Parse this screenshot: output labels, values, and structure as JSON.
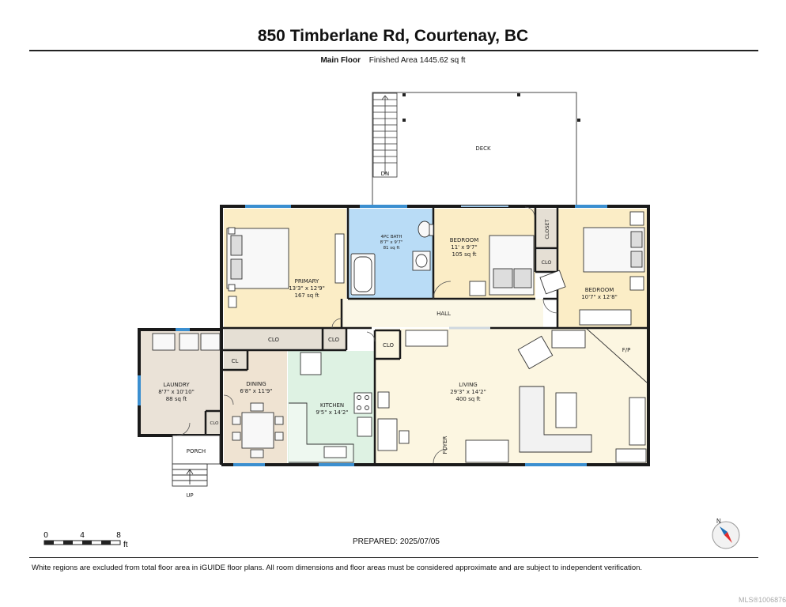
{
  "header": {
    "address": "850 Timberlane Rd, Courtenay, BC",
    "floor_name": "Main Floor",
    "finished_area": "Finished Area 1445.62 sq ft"
  },
  "rooms": {
    "deck": "DECK",
    "dn": "DN",
    "bath": {
      "name": "4PC BATH",
      "dims": "8'7\" x 9'7\"",
      "area": "81 sq ft"
    },
    "bedroom1": {
      "name": "BEDROOM",
      "dims": "11' x 9'7\"",
      "area": "105 sq ft"
    },
    "closet": "CLOSET",
    "clo_bed2": "CLO",
    "bedroom2": {
      "name": "BEDROOM",
      "dims": "10'7\" x 12'8\""
    },
    "primary": {
      "name": "PRIMARY",
      "dims": "13'3\" x 12'9\"",
      "area": "167 sq ft"
    },
    "hall": "HALL",
    "clo_hall_wide": "CLO",
    "clo_hall_small": "CLO",
    "clo_hall_right": "CLO",
    "fp": "F/P",
    "laundry": {
      "name": "LAUNDRY",
      "dims": "8'7\" x 10'10\"",
      "area": "88 sq ft"
    },
    "cl": "CL",
    "clo_laundry": "CLO",
    "dining": {
      "name": "DINING",
      "dims": "6'8\" x 11'9\""
    },
    "kitchen": {
      "name": "KITCHEN",
      "dims": "9'5\" x 14'2\""
    },
    "living": {
      "name": "LIVING",
      "dims": "29'3\" x 14'2\"",
      "area": "400 sq ft"
    },
    "foyer": "FOYER",
    "porch": "PORCH",
    "up": "UP"
  },
  "scale_bar": {
    "labels": [
      "0",
      "4",
      "8"
    ],
    "unit": "ft"
  },
  "compass_label": "N",
  "prepared": "PREPARED: 2025/07/05",
  "footer_note": "White regions are excluded from total floor area in iGUIDE floor plans. All room dimensions and floor areas must be considered approximate and are subject to independent verification.",
  "mls": "MLS®1006876",
  "colors": {
    "primary_room": "#fbedc6",
    "bath": "#b9dcf6",
    "bedroom1": "#fbedc6",
    "bedroom2": "#fbedc6",
    "hall": "#fbf7e6",
    "closet_fill": "#e5dfd4",
    "laundry": "#eae2d7",
    "dining": "#efe3d2",
    "kitchen": "#def2e3",
    "living": "#fcf6e1",
    "wall": "#1a1a1a",
    "window": "#3b8fd0"
  }
}
